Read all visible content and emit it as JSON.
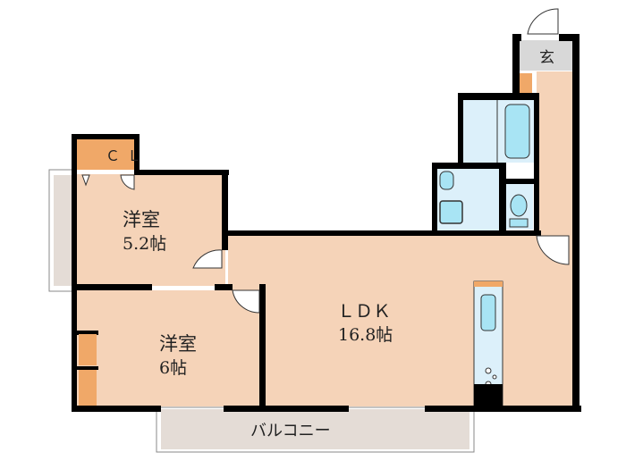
{
  "rooms": {
    "western_room_1": {
      "name": "洋室",
      "size": "5.2帖"
    },
    "western_room_2": {
      "name": "洋室",
      "size": "6帖"
    },
    "ldk": {
      "name": "ＬＤＫ",
      "size": "16.8帖"
    },
    "closet": {
      "name": "ＣＬ"
    },
    "entrance": {
      "name": "玄"
    },
    "balcony": {
      "name": "バルコニー"
    }
  },
  "colors": {
    "room_floor": "#f5d3b8",
    "storage": "#f0a868",
    "wet_area": "#dcf0fa",
    "fixture": "#a8e4f4",
    "entrance": "#d8d8d8",
    "balcony": "#e4dcd6",
    "wall": "#000000"
  }
}
